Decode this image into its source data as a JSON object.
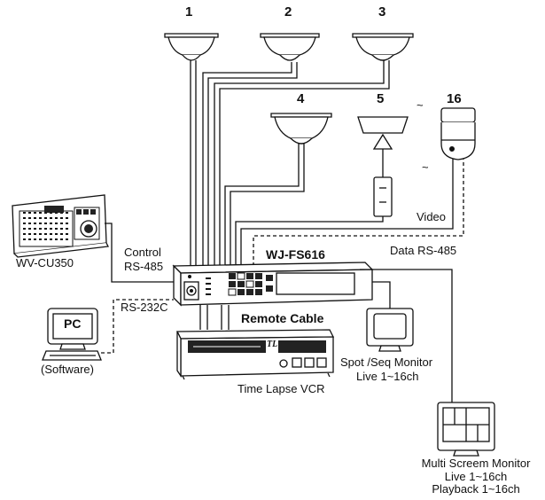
{
  "cameras": {
    "cam1": "1",
    "cam2": "2",
    "cam3": "3",
    "cam4": "4",
    "cam5": "5",
    "cam16": "16",
    "range_glyph": "~"
  },
  "links": {
    "video": "Video",
    "data_rs485": "Data RS-485",
    "control": "Control",
    "control_rs485": "RS-485",
    "rs232c": "RS-232C",
    "remote_cable": "Remote Cable"
  },
  "devices": {
    "controller_name": "WV-CU350",
    "switcher_name": "WJ-FS616",
    "pc_screen_label": "PC",
    "pc_caption": "(Software)",
    "vcr_badge": "TL",
    "vcr_caption": "Time Lapse VCR",
    "spot_monitor_line1": "Spot /Seq Monitor",
    "spot_monitor_line2": "Live 1~16ch",
    "multi_monitor_line1": "Multi Screem Monitor",
    "multi_monitor_line2": "Live 1~16ch",
    "multi_monitor_line3": "Playback 1~16ch"
  }
}
